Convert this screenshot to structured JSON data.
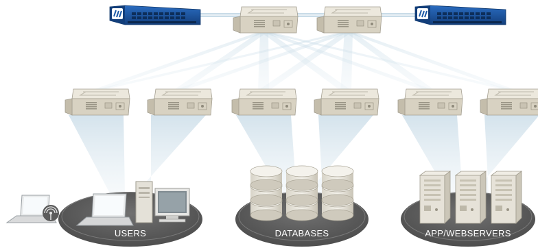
{
  "colors": {
    "firewall": "#1c5aa8",
    "firewall_dark": "#123f7a",
    "switch_body": "#dcd6c6",
    "beam": "#cfe0ea",
    "zone": "#5f5f5f"
  },
  "icons": {
    "firewall": "palo-alto-firewall-icon",
    "switch": "network-switch-icon",
    "laptop": "laptop-icon",
    "wifi": "wifi-access-point-icon",
    "desktop": "desktop-computer-icon",
    "database": "database-icon",
    "server": "tower-server-icon"
  },
  "zones": [
    {
      "id": "users",
      "label": "USERS"
    },
    {
      "id": "databases",
      "label": "DATABASES"
    },
    {
      "id": "appservers",
      "label": "APP/WEBSERVERS"
    }
  ]
}
